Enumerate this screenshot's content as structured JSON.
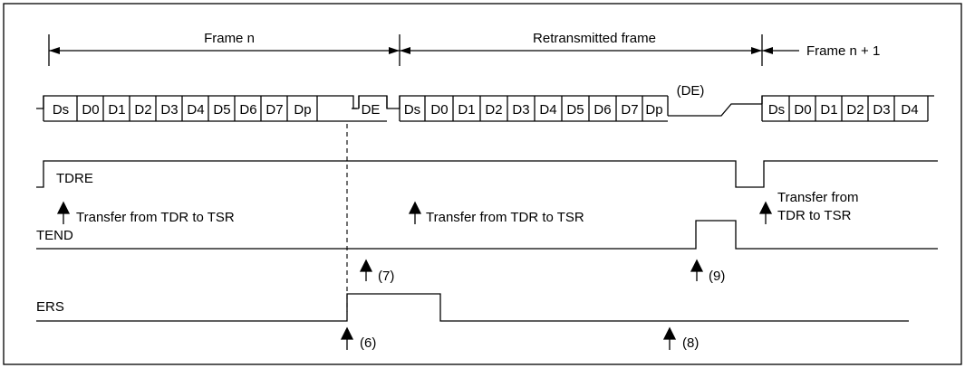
{
  "frames": {
    "frame_n": "Frame n",
    "retransmitted": "Retransmitted frame",
    "frame_n1": "Frame n + 1"
  },
  "bits": {
    "frame1": [
      "Ds",
      "D0",
      "D1",
      "D2",
      "D3",
      "D4",
      "D5",
      "D6",
      "D7",
      "Dp"
    ],
    "de": "DE",
    "frame2": [
      "Ds",
      "D0",
      "D1",
      "D2",
      "D3",
      "D4",
      "D5",
      "D6",
      "D7",
      "Dp"
    ],
    "de_paren": "(DE)",
    "frame3": [
      "Ds",
      "D0",
      "D1",
      "D2",
      "D3",
      "D4"
    ]
  },
  "signals": {
    "tdre": "TDRE",
    "tend": "TEND",
    "ers": "ERS"
  },
  "notes": {
    "transfer1": "Transfer from TDR to TSR",
    "transfer2": "Transfer from TDR to TSR",
    "transfer3_line1": "Transfer from",
    "transfer3_line2": "TDR to TSR"
  },
  "markers": {
    "m6": "(6)",
    "m7": "(7)",
    "m8": "(8)",
    "m9": "(9)"
  }
}
